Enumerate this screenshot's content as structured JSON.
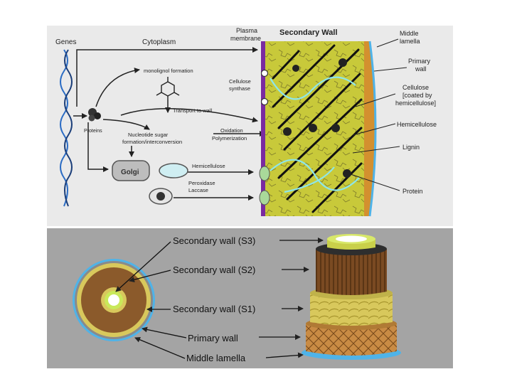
{
  "top": {
    "genes": "Genes",
    "cytoplasm": "Cytoplasm",
    "plasma_membrane": [
      "Plasma",
      "membrane"
    ],
    "secondary_wall": "Secondary Wall",
    "middle_lamella": [
      "Middle",
      "lamella"
    ],
    "primary_wall": [
      "Primary",
      "wall"
    ],
    "monolignol_formation": "monolignol formation",
    "cellulose_synthase": [
      "Cellulose",
      "synthase"
    ],
    "transport_to_wall": "Transport to wall",
    "proteins": "Proteins",
    "nucleotide_sugar": [
      "Nucleotide sugar",
      "formation/interconversion"
    ],
    "oxidation": [
      "Oxidation",
      "Polymerization"
    ],
    "golgi": "Golgi",
    "hemicellulose_vesicle": "Hemicellulose",
    "peroxidase_laccase": [
      "Peroxidase",
      "Laccase"
    ],
    "cellulose": [
      "Cellulose",
      "[coated by",
      "hemicellulose]"
    ],
    "hemicellulose": "Hemicellulose",
    "lignin": "Lignin",
    "protein": "Protein"
  },
  "bottom": {
    "s3": "Secondary wall (S3)",
    "s2": "Secondary wall (S2)",
    "s1": "Secondary wall (S1)",
    "primary_wall": "Primary wall",
    "middle_lamella": "Middle lamella"
  },
  "colors": {
    "top_panel_bg": "#eaeaea",
    "bottom_panel_bg": "#a4a4a4",
    "wall_yellow": "#c8c93a",
    "primary_orange": "#d3902f",
    "lamella_blue": "#4fb3e8",
    "membrane_purple": "#7a2aa0",
    "s2_brown": "#8b5a2b",
    "dna_blue": "#2b6cc4"
  }
}
